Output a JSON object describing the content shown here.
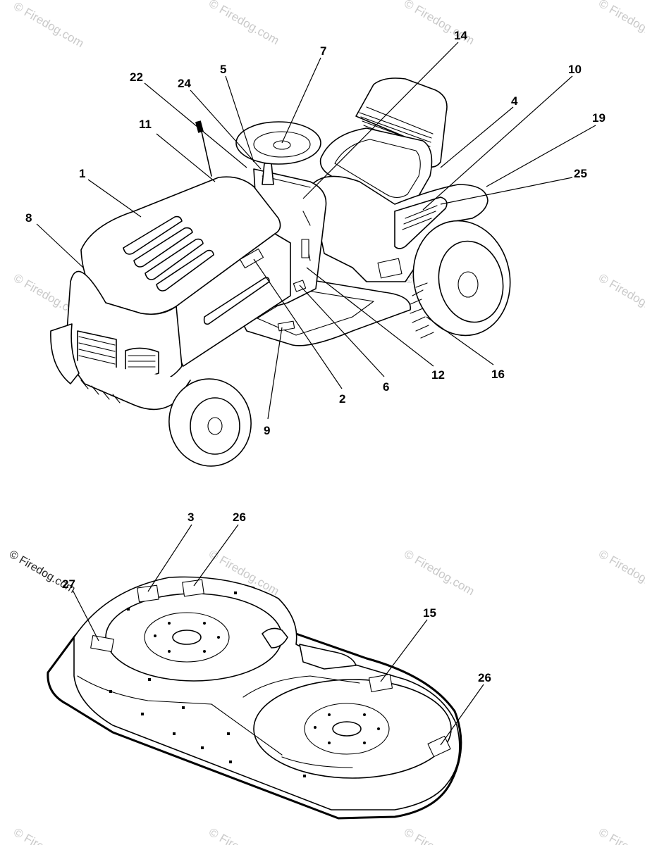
{
  "watermark": {
    "text": "© Firedog.com",
    "prominent_text": "© Firedog.com"
  },
  "tractor": {
    "callouts": [
      {
        "id": "c1",
        "label": "1"
      },
      {
        "id": "c8",
        "label": "8"
      },
      {
        "id": "c11",
        "label": "11"
      },
      {
        "id": "c22",
        "label": "22"
      },
      {
        "id": "c24",
        "label": "24"
      },
      {
        "id": "c5",
        "label": "5"
      },
      {
        "id": "c7",
        "label": "7"
      },
      {
        "id": "c14",
        "label": "14"
      },
      {
        "id": "c10",
        "label": "10"
      },
      {
        "id": "c4",
        "label": "4"
      },
      {
        "id": "c19",
        "label": "19"
      },
      {
        "id": "c25",
        "label": "25"
      },
      {
        "id": "c2",
        "label": "2"
      },
      {
        "id": "c6",
        "label": "6"
      },
      {
        "id": "c12",
        "label": "12"
      },
      {
        "id": "c16",
        "label": "16"
      },
      {
        "id": "c9",
        "label": "9"
      }
    ]
  },
  "deck": {
    "callouts": [
      {
        "id": "d3",
        "label": "3"
      },
      {
        "id": "d26a",
        "label": "26"
      },
      {
        "id": "d27",
        "label": "27"
      },
      {
        "id": "d15",
        "label": "15"
      },
      {
        "id": "d26b",
        "label": "26"
      }
    ]
  }
}
